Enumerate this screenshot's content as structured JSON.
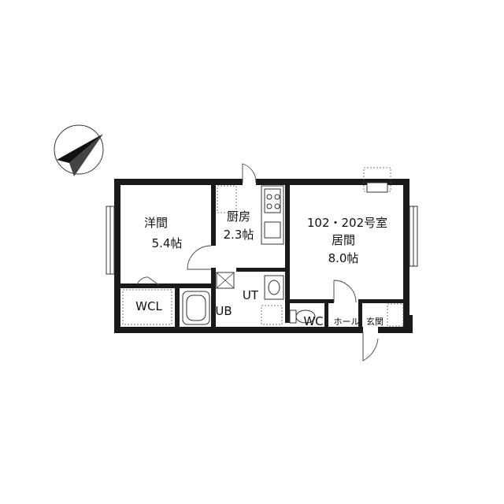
{
  "rooms": {
    "western": {
      "name": "洋間",
      "size": "5.4帖"
    },
    "kitchen": {
      "name": "厨房",
      "size": "2.3帖"
    },
    "living": {
      "unit": "102・202号室",
      "name": "居間",
      "size": "8.0帖"
    },
    "wcl": {
      "name": "WCL"
    },
    "ub": {
      "name": "UB"
    },
    "ut": {
      "name": "UT"
    },
    "wc": {
      "name": "WC"
    },
    "hall": {
      "name": "ホール"
    },
    "entrance": {
      "name": "玄関"
    }
  },
  "icons": {
    "compass": "north-arrow-icon"
  }
}
